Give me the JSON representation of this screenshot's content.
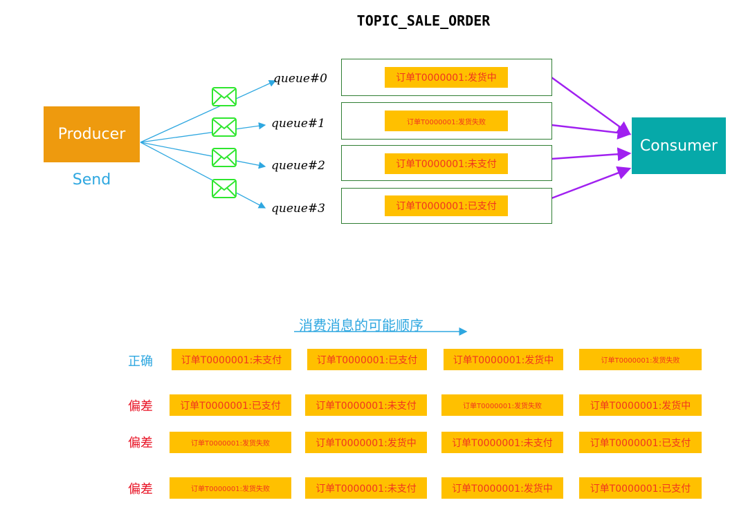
{
  "topic": {
    "title": "TOPIC_SALE_ORDER"
  },
  "producer": {
    "label": "Producer",
    "action": "Send"
  },
  "consumer": {
    "label": "Consumer"
  },
  "queues": [
    {
      "label": "queue#0",
      "message": "订单T0000001:发货中",
      "size": "big"
    },
    {
      "label": "queue#1",
      "message": "订单T0000001:发货失败",
      "size": "small"
    },
    {
      "label": "queue#2",
      "message": "订单T0000001:未支付",
      "size": "big"
    },
    {
      "label": "queue#3",
      "message": "订单T0000001:已支付",
      "size": "big"
    }
  ],
  "order_section": {
    "heading": "消费消息的可能顺序",
    "rows": [
      {
        "label": "正确",
        "status": "correct",
        "cells": [
          {
            "text": "订单T0000001:未支付",
            "size": "big"
          },
          {
            "text": "订单T0000001:已支付",
            "size": "big"
          },
          {
            "text": "订单T0000001:发货中",
            "size": "big"
          },
          {
            "text": "订单T0000001:发货失败",
            "size": "small"
          }
        ]
      },
      {
        "label": "偏差",
        "status": "deviation",
        "cells": [
          {
            "text": "订单T0000001:已支付",
            "size": "big"
          },
          {
            "text": "订单T0000001:未支付",
            "size": "big"
          },
          {
            "text": "订单T0000001:发货失败",
            "size": "small"
          },
          {
            "text": "订单T0000001:发货中",
            "size": "big"
          }
        ]
      },
      {
        "label": "偏差",
        "status": "deviation",
        "cells": [
          {
            "text": "订单T0000001:发货失败",
            "size": "small"
          },
          {
            "text": "订单T0000001:发货中",
            "size": "big"
          },
          {
            "text": "订单T0000001:未支付",
            "size": "big"
          },
          {
            "text": "订单T0000001:已支付",
            "size": "big"
          }
        ]
      },
      {
        "label": "偏差",
        "status": "deviation",
        "cells": [
          {
            "text": "订单T0000001:发货失败",
            "size": "small"
          },
          {
            "text": "订单T0000001:未支付",
            "size": "big"
          },
          {
            "text": "订单T0000001:发货中",
            "size": "big"
          },
          {
            "text": "订单T0000001:已支付",
            "size": "big"
          }
        ]
      }
    ]
  },
  "colors": {
    "producer": "#EE9A0E",
    "consumer": "#06A9A9",
    "message_fill": "#FFC000",
    "message_text": "#F0341F",
    "send_arrow": "#2EA7E0",
    "consume_arrow": "#A020F0",
    "envelope": "#2EE62E",
    "queue_border": "#2E7D32"
  },
  "icons": {
    "message": "envelope-icon"
  }
}
